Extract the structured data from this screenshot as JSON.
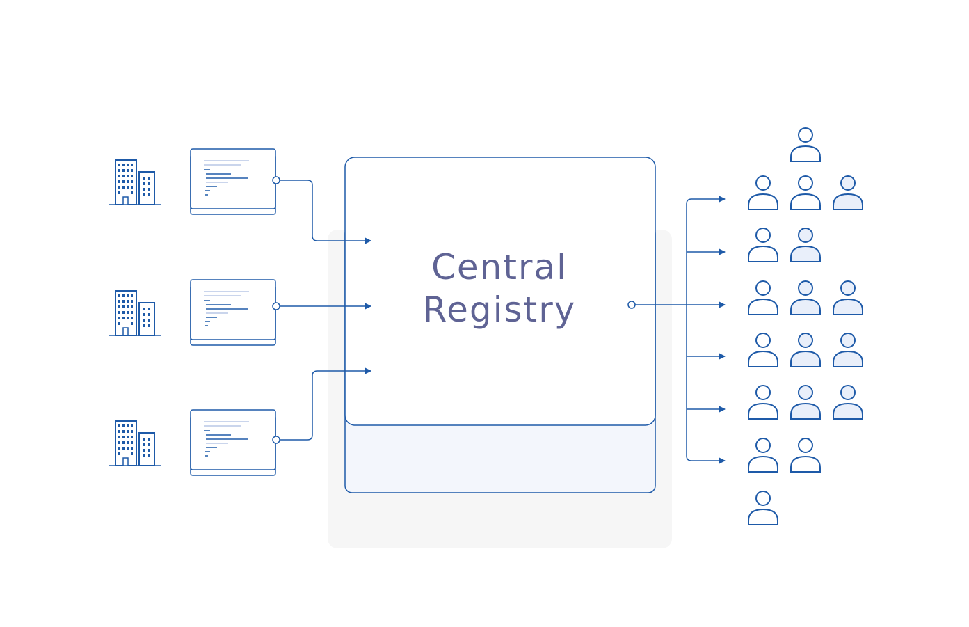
{
  "registry": {
    "title_line1": "Central",
    "title_line2": "Registry"
  },
  "sources": [
    {
      "building_icon": "office-building-icon",
      "document_icon": "code-document-icon"
    },
    {
      "building_icon": "office-building-icon",
      "document_icon": "code-document-icon"
    },
    {
      "building_icon": "office-building-icon",
      "document_icon": "code-document-icon"
    }
  ],
  "consumers": {
    "rows": [
      {
        "user_count": 3
      },
      {
        "user_count": 2
      },
      {
        "user_count": 3
      },
      {
        "user_count": 3
      },
      {
        "user_count": 3
      },
      {
        "user_count": 2
      }
    ],
    "extra_users": 2,
    "user_icon": "user-icon"
  },
  "colors": {
    "stroke": "#1e5aa8",
    "title_text": "#5f6394",
    "registry_fill_bottom": "#f3f6fc",
    "user_fill_light": "#e9effa",
    "shadow": "#f6f6f6",
    "code_dark": "#1e5aa8",
    "code_light": "#b9c7e6"
  }
}
